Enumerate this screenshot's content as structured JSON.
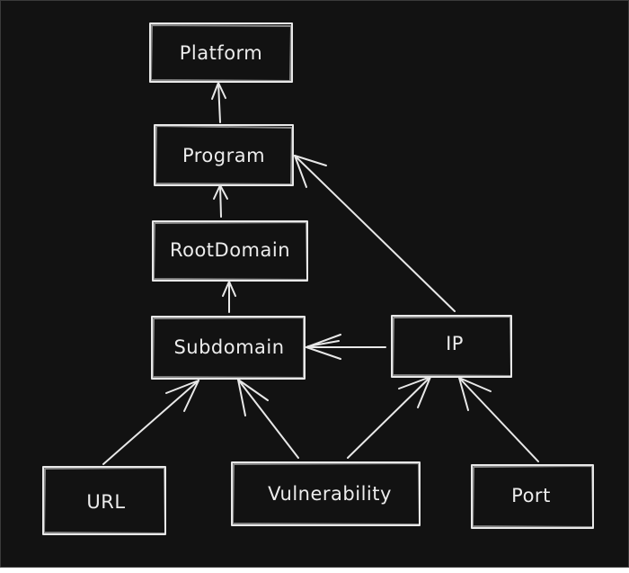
{
  "diagram": {
    "nodes": {
      "platform": {
        "label": "Platform"
      },
      "program": {
        "label": "Program"
      },
      "rootdomain": {
        "label": "RootDomain"
      },
      "subdomain": {
        "label": "Subdomain"
      },
      "ip": {
        "label": "IP"
      },
      "url": {
        "label": "URL"
      },
      "vulnerability": {
        "label": "Vulnerability"
      },
      "port": {
        "label": "Port"
      }
    },
    "edges": [
      {
        "from": "Program",
        "to": "Platform"
      },
      {
        "from": "RootDomain",
        "to": "Program"
      },
      {
        "from": "Subdomain",
        "to": "RootDomain"
      },
      {
        "from": "IP",
        "to": "Program"
      },
      {
        "from": "IP",
        "to": "Subdomain"
      },
      {
        "from": "URL",
        "to": "Subdomain"
      },
      {
        "from": "Vulnerability",
        "to": "Subdomain"
      },
      {
        "from": "Vulnerability",
        "to": "IP"
      },
      {
        "from": "Port",
        "to": "IP"
      }
    ],
    "colors": {
      "background": "#121212",
      "stroke": "#e8e8e8",
      "text": "#ececec"
    }
  }
}
